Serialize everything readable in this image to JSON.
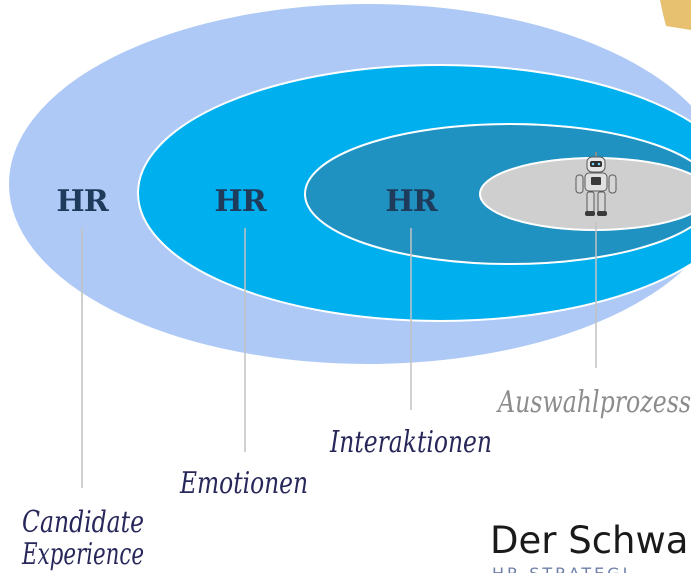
{
  "hr_labels": {
    "outer": "HR",
    "second": "HR",
    "third": "HR"
  },
  "labels": {
    "candidate_line1": "Candidate",
    "candidate_line2": "Experience",
    "emotionen": "Emotionen",
    "interaktionen": "Interaktionen",
    "auswahlprozess": "Auswahlprozess"
  },
  "brand": {
    "title": "Der Schwa",
    "subtitle": "HR STRATEGI"
  },
  "icons": {
    "robot": "robot-icon",
    "corner": "sticky-note-icon"
  },
  "colors": {
    "outer_ring": "#aec9f5",
    "second_ring": "#00b0ee",
    "third_ring": "#1f92c2",
    "inner_core": "#cfcfcf",
    "hr_text": "#1f3b5c",
    "label_text": "#27275a",
    "auswahl_text": "#8c8c8c",
    "leader_line": "#c2c2c2"
  }
}
